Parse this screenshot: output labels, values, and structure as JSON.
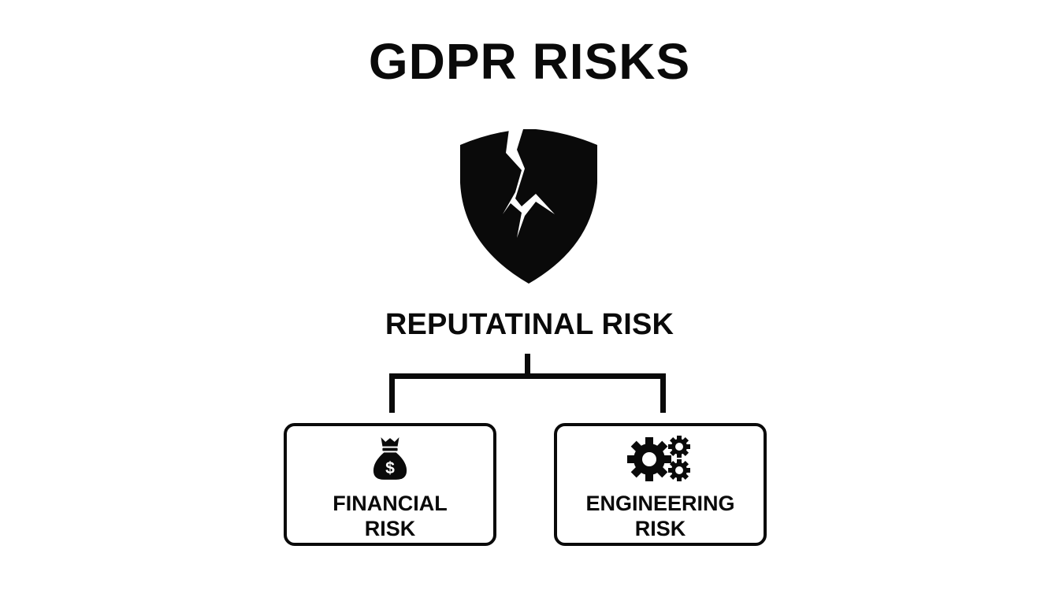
{
  "title": "GDPR RISKS",
  "central_node": {
    "icon": "broken-shield-icon",
    "label": "REPUTATINAL RISK"
  },
  "child_nodes": [
    {
      "icon": "money-bag-icon",
      "line1": "FINANCIAL",
      "line2": "RISK"
    },
    {
      "icon": "gears-icon",
      "line1": "ENGINEERING",
      "line2": "RISK"
    }
  ],
  "colors": {
    "foreground": "#0a0a0a",
    "background": "#ffffff"
  }
}
